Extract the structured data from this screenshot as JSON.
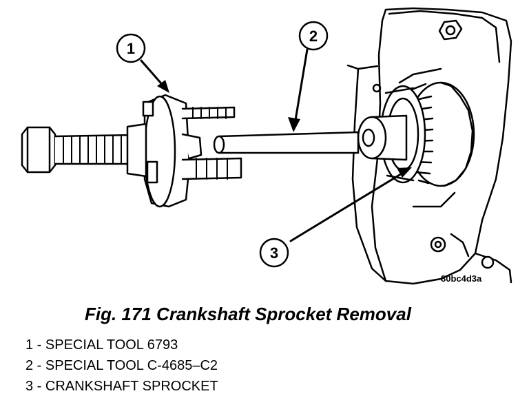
{
  "figure": {
    "image_code": "80bc4d3a",
    "caption": "Fig. 171 Crankshaft Sprocket Removal"
  },
  "callouts": [
    {
      "number": "1"
    },
    {
      "number": "2"
    },
    {
      "number": "3"
    }
  ],
  "legend": [
    "1 - SPECIAL TOOL 6793",
    "2 - SPECIAL TOOL C-4685–C2",
    "3 - CRANKSHAFT SPROCKET"
  ]
}
